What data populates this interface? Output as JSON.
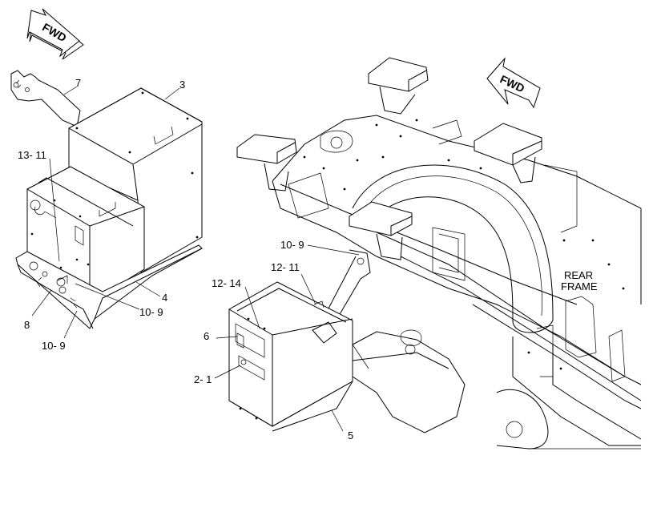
{
  "arrows": {
    "left_fwd": "FWD",
    "right_fwd": "FWD"
  },
  "frame_label": {
    "line1": "REAR",
    "line2": "FRAME"
  },
  "callouts": {
    "c7": "7",
    "c3": "3",
    "c13_11": "13- 11",
    "c4": "4",
    "c10_9_a": "10- 9",
    "c8": "8",
    "c10_9_b": "10- 9",
    "c10_9_c": "10- 9",
    "c12_11": "12- 11",
    "c12_14": "12- 14",
    "c6": "6",
    "c2_1": "2- 1",
    "c5": "5"
  }
}
